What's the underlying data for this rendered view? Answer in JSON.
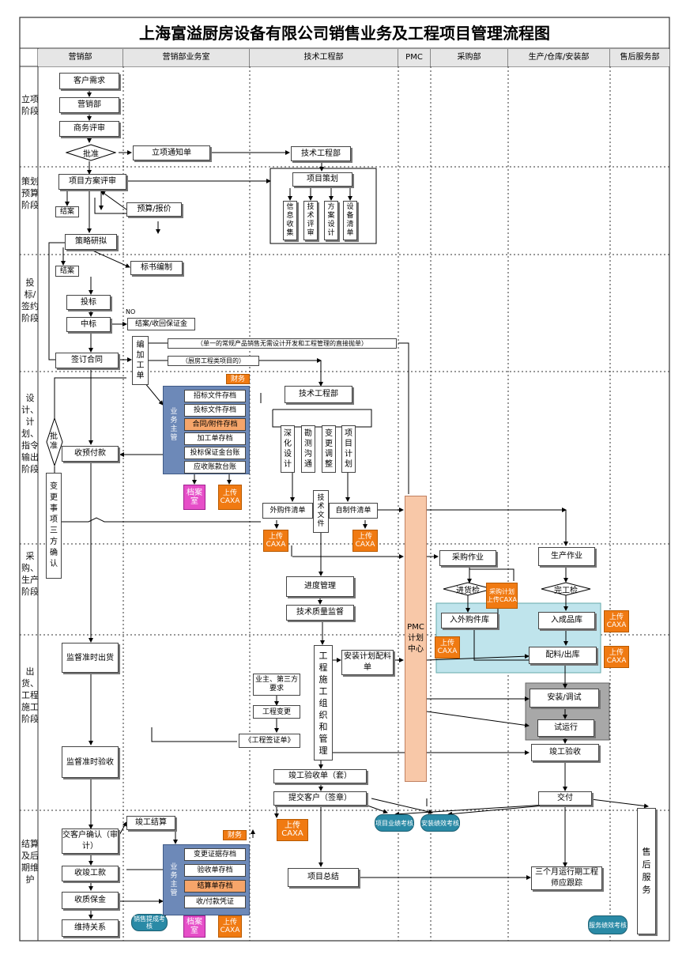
{
  "title": "上海富溢厨房设备有限公司销售业务及工程项目管理流程图",
  "columns": [
    "营销部",
    "营销部业务室",
    "技术工程部",
    "PMC",
    "采购部",
    "生产/仓库/安装部",
    "售后服务部"
  ],
  "stages": [
    "立项阶段",
    "策划预算阶段",
    "投标/签约阶段",
    "设计、计划、指令输出阶段",
    "采购、生产阶段",
    "出货、工程施工阶段",
    "结算及后期维护"
  ],
  "nodes": {
    "kehu_xuqiu": "客户需求",
    "yingxiaobu": "营销部",
    "shangwu_pingshen": "商务评审",
    "pizhun": "批准",
    "lixiang_tongzhidan": "立项通知单",
    "jishu_gongchengbu": "技术工程部",
    "xiangmu_fangan_pingshen": "项目方案评审",
    "jiean1": "结案",
    "yusuan_baojia": "预算/报价",
    "xiangmu_cehua": "项目策划",
    "xinxi_shouji": "信息收集",
    "jishu_pingshen": "技术评审",
    "fangan_sheji": "方案设计",
    "shebei_qingdan": "设备清单",
    "celue_yanni": "策略研拟",
    "jiean2": "结案",
    "biaoshu_bianzhi": "标书编制",
    "toubiao": "投标",
    "zhongbiao": "中标",
    "no": "NO",
    "jiean_shouhui": "结案/收回保证金",
    "qianding_hetong": "签订合同",
    "bianjia_gongdan": "编加工单",
    "note_changgui": "（单一的常规产品销售无需设计开发和工程管理的直接抛单）",
    "note_chufang": "（厨房工程类项目的）",
    "caiwu1": "财务",
    "yewu_zhuguan1": "业务主管",
    "stack1": [
      "招标文件存档",
      "投标文件存档",
      "合同/附件存档",
      "加工单存档",
      "投标保证金台账",
      "应收账款台账"
    ],
    "dangan1": "档案室",
    "shangchuan_caxa": "上传CAXA",
    "jishu_gongchengbu2": "技术工程部",
    "shenhua_sheji": "深化设计",
    "kance_goutong": "勘测沟通",
    "biangeng_tiaozheng": "变更调整",
    "xiangmu_jihua": "项目计划",
    "pizhun2": "批准",
    "shou_yufu": "收预付款",
    "biangeng_queren": "变更事项三方确认",
    "waigoujian_qingdan": "外购件清单",
    "jishu_wenjian": "技术文件",
    "zizhijian_qingdan": "自制件清单",
    "pmc_center": "PMC计划中心",
    "caigou_zuoye": "采购作业",
    "jinhuojian": "进货检",
    "caigou_jihua_shangchuan": "采购计划上传CAXA",
    "ruwaigoujianku": "入外购件库",
    "shengchan_zuoye": "生产作业",
    "wangongjian": "完工检",
    "ruchengpinku": "入成品库",
    "peiliao_chuku": "配料/出库",
    "jindu_guanli": "进度管理",
    "jishu_zhiliang_jiandu": "技术质量监督",
    "jiandu_chuhuo": "监督准时出货",
    "gongcheng_shigong": "工程施工组织和管理",
    "anzhuang_jihua": "安装计划配料单",
    "yezhu_yaoqiu": "业主、第三方要求",
    "gongcheng_biangeng": "工程变更",
    "gongcheng_qianzheng": "《工程签证单》",
    "anzhuang_tiaoshi": "安装/调试",
    "shiyunxing": "试运行",
    "jiandu_yanshou": "监督准时验收",
    "jungong_yanshou": "竣工验收",
    "jungong_yanshoudan": "竣工验收单（套）",
    "tijiao_kehu": "提交客户（签章）",
    "jiaofu": "交付",
    "xiangmu_yeji": "项目业绩考核",
    "anzhuang_jixiao": "安装绩效考核",
    "jungong_jiesuan": "竣工结算",
    "jiao_kehu_queren": "交客户确认（审计）",
    "shou_jungongkuan": "收竣工款",
    "shou_zhibaojin": "收质保金",
    "weichi_guanxi": "维持关系",
    "caiwu2": "财务",
    "yewu_zhuguan2": "业务主管",
    "stack2": [
      "变更证据存档",
      "验收单存档",
      "结算单存档",
      "收/付款凭证"
    ],
    "xiaoshou_ticheng": "销售提成考核",
    "dangan2": "档案室",
    "xiangmu_zongjie": "项目总结",
    "sangeyue": "三个月运行期工程师应跟踪",
    "shouhou_fuwu": "售后服务",
    "fuwu_jixiao": "服务绩效考核"
  }
}
